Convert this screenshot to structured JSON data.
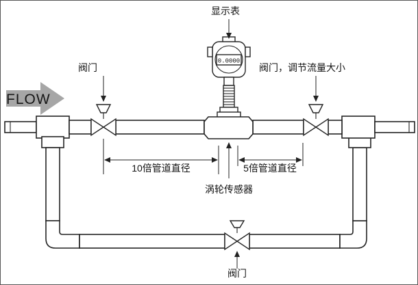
{
  "labels": {
    "flow": "FLOW",
    "display_meter": "显示表",
    "valve_upstream": "阀门",
    "valve_downstream": "阀门，调节流量大小",
    "dim_upstream": "10倍管道直径",
    "dim_downstream": "5倍管道直径",
    "turbine_sensor": "涡轮传感器",
    "valve_bypass": "阀门",
    "display_reading": "0.0000"
  },
  "colors": {
    "line": "#222222",
    "pipe_fill": "#ffffff",
    "flow_arrow": "#a6a6a6",
    "background": "#ffffff"
  }
}
